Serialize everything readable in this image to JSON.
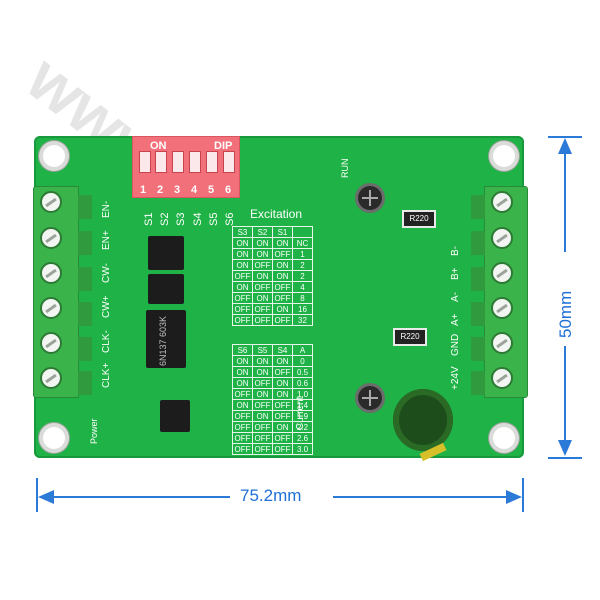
{
  "board": {
    "dip_labels": {
      "on": "ON",
      "dip": "DIP",
      "numbers": [
        "1",
        "2",
        "3",
        "4",
        "5",
        "6"
      ]
    },
    "switch_labels": [
      "S1",
      "S2",
      "S3",
      "S4",
      "S5",
      "S6"
    ],
    "excitation_label": "Excitation",
    "current_label": "Current",
    "run_label": "RUN",
    "power_label": "Power",
    "left_terminals": [
      "EN-",
      "EN+",
      "CW-",
      "CW+",
      "CLK-",
      "CLK+"
    ],
    "right_terminals": [
      "B-",
      "B+",
      "A-",
      "A+",
      "GND",
      "+24V"
    ],
    "resistor_labels": [
      "R220",
      "R220"
    ],
    "ic_label": "6N137 603K",
    "excitation_table": {
      "headers": [
        "S3",
        "S2",
        "S1",
        ""
      ],
      "rows": [
        [
          "ON",
          "ON",
          "ON",
          "NC"
        ],
        [
          "ON",
          "ON",
          "OFF",
          "1"
        ],
        [
          "ON",
          "OFF",
          "ON",
          "2"
        ],
        [
          "OFF",
          "ON",
          "ON",
          "2"
        ],
        [
          "ON",
          "OFF",
          "OFF",
          "4"
        ],
        [
          "OFF",
          "ON",
          "OFF",
          "8"
        ],
        [
          "OFF",
          "OFF",
          "ON",
          "16"
        ],
        [
          "OFF",
          "OFF",
          "OFF",
          "32"
        ]
      ]
    },
    "current_table": {
      "headers": [
        "S6",
        "S5",
        "S4",
        "A"
      ],
      "rows": [
        [
          "ON",
          "ON",
          "ON",
          "0"
        ],
        [
          "ON",
          "ON",
          "OFF",
          "0.5"
        ],
        [
          "ON",
          "OFF",
          "ON",
          "0.6"
        ],
        [
          "OFF",
          "ON",
          "ON",
          "1.0"
        ],
        [
          "ON",
          "OFF",
          "OFF",
          "1.4"
        ],
        [
          "OFF",
          "ON",
          "OFF",
          "1.9"
        ],
        [
          "OFF",
          "OFF",
          "ON",
          "2.2"
        ],
        [
          "OFF",
          "OFF",
          "OFF",
          "2.6"
        ],
        [
          "OFF",
          "OFF",
          "OFF",
          "3.0"
        ]
      ]
    }
  },
  "dimensions": {
    "width": "75.2mm",
    "height": "50mm"
  },
  "watermark": "www.shop...ir"
}
